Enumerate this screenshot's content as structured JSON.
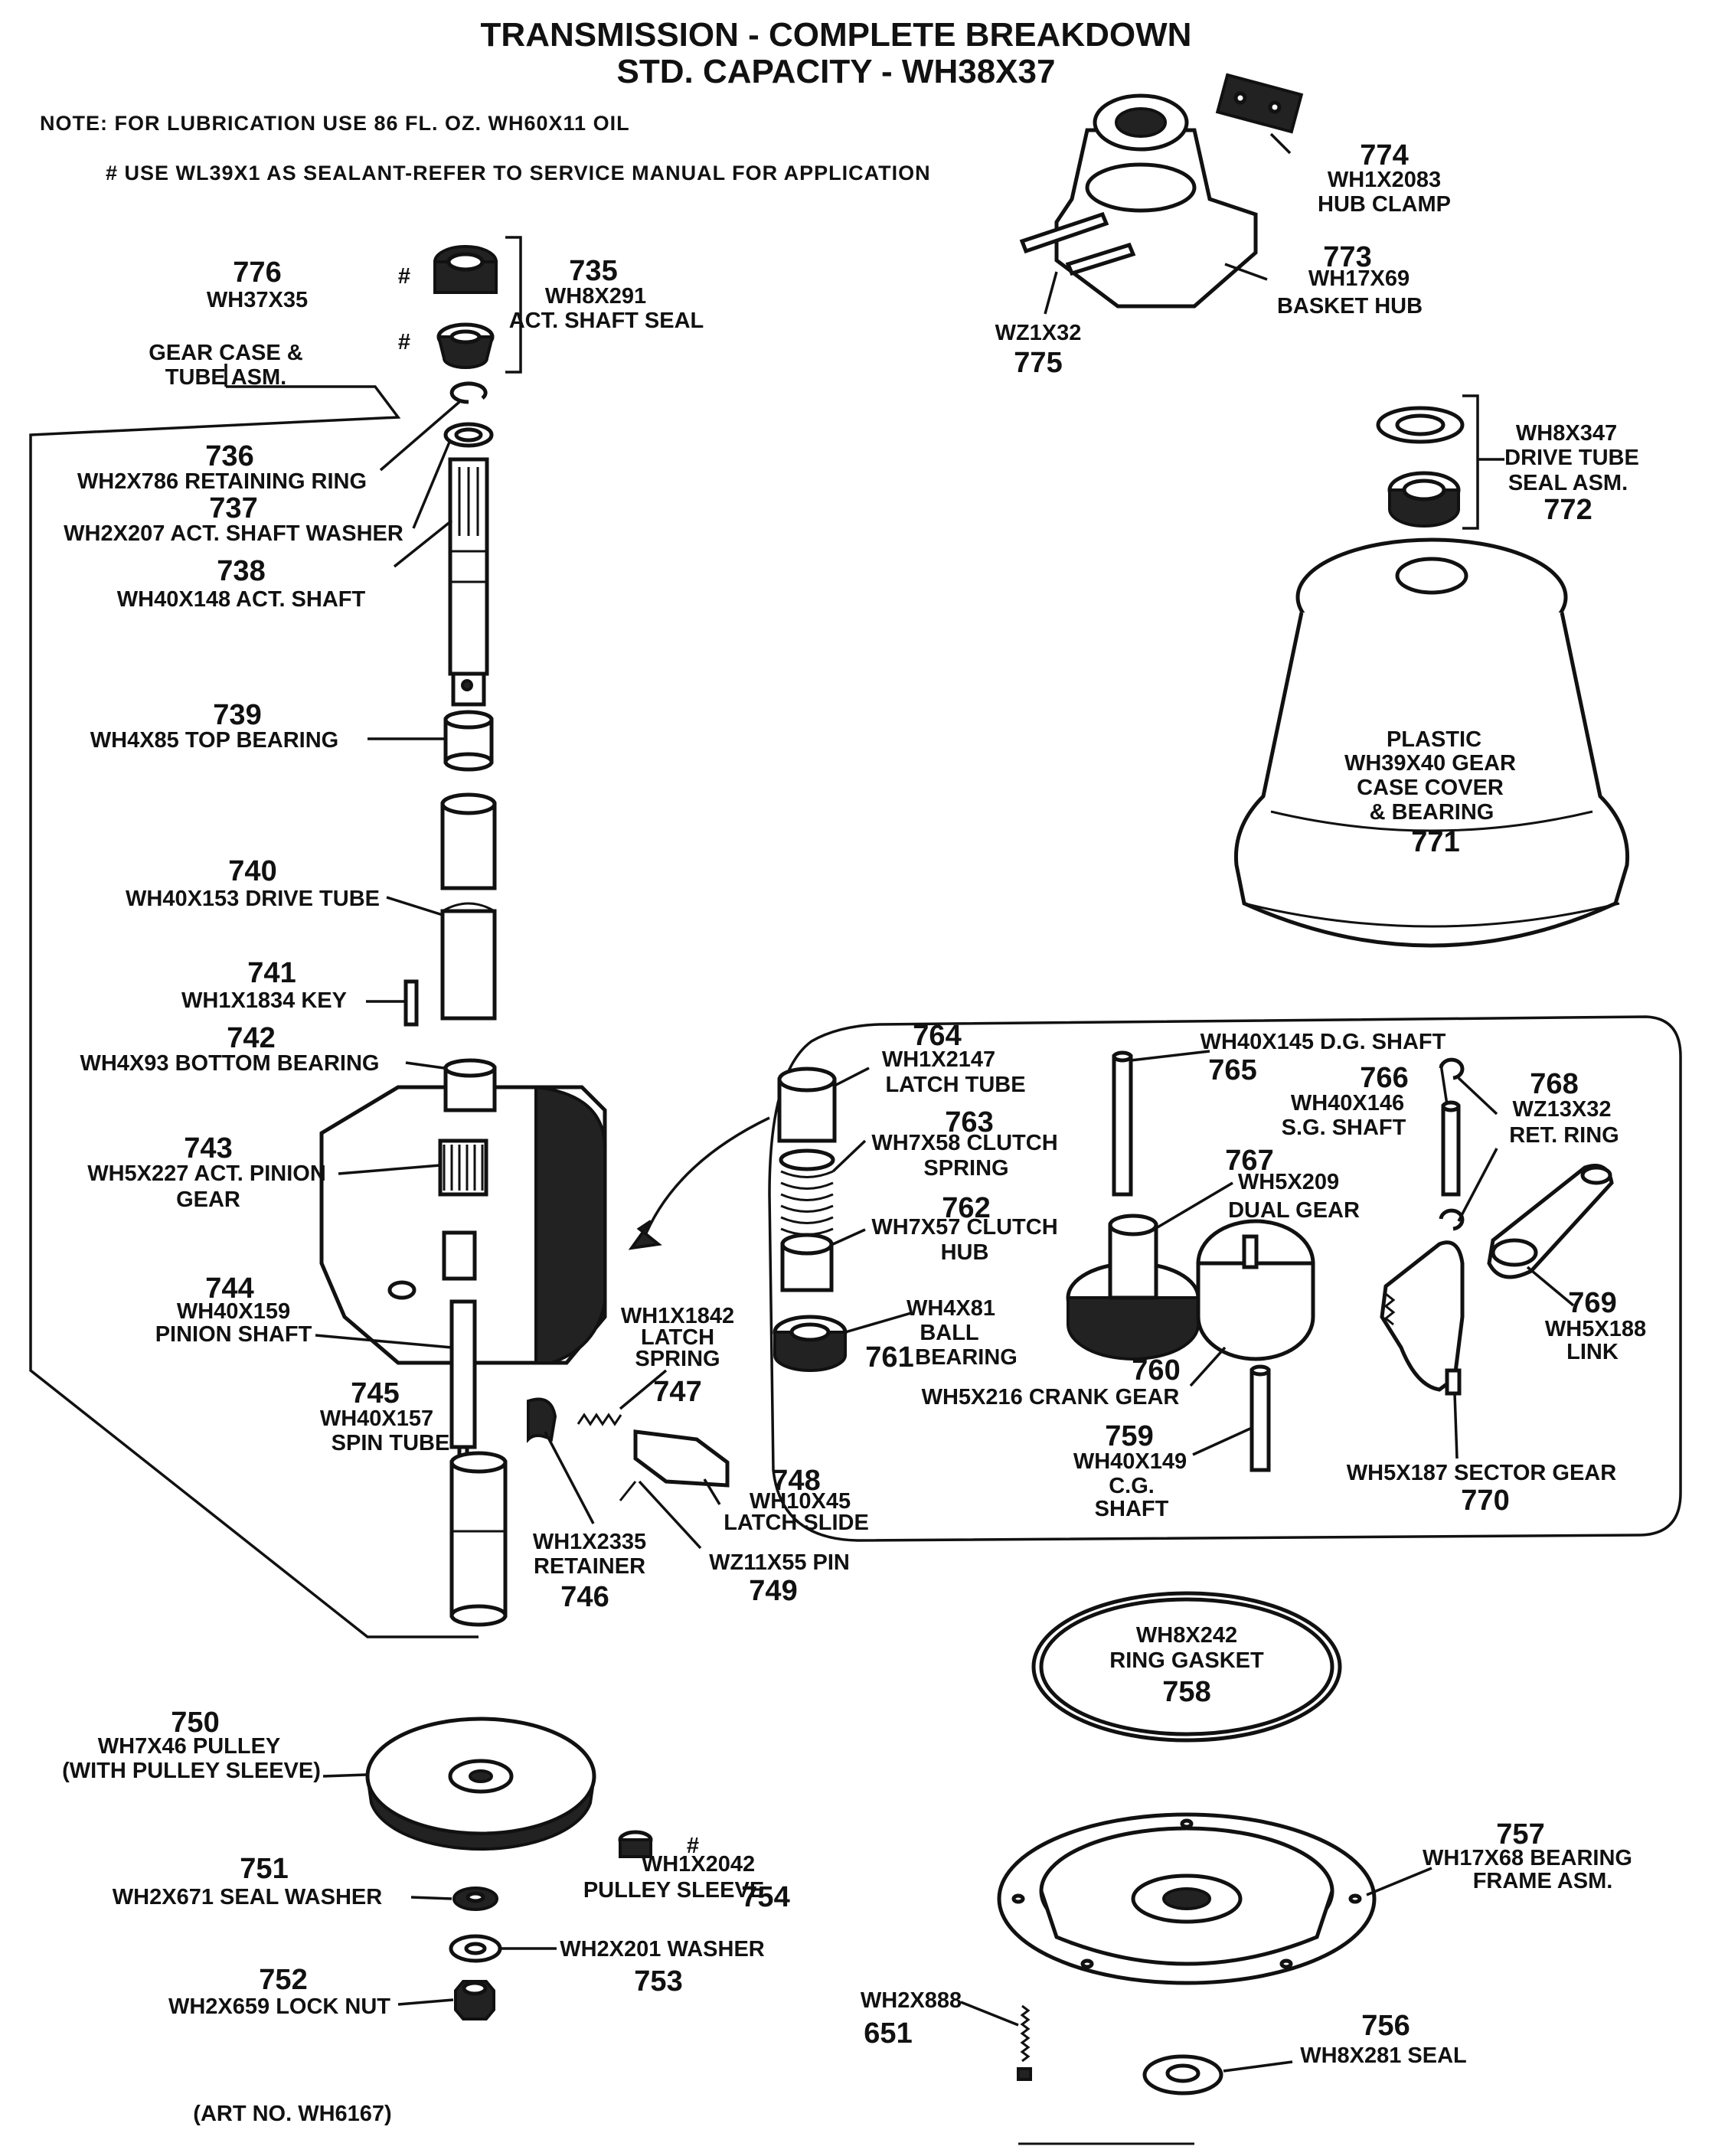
{
  "title": {
    "line1": "TRANSMISSION - COMPLETE BREAKDOWN",
    "line2": "STD. CAPACITY - WH38X37"
  },
  "notes": {
    "lubrication": "NOTE: FOR LUBRICATION USE 86 FL. OZ. WH60X11 OIL",
    "sealant": "# USE WL39X1 AS SEALANT-REFER TO SERVICE MANUAL FOR APPLICATION"
  },
  "group_labels": {
    "gear_case_1": "GEAR CASE &",
    "gear_case_2": "TUBE ASM."
  },
  "sealant_mark": "#",
  "art_no": "(ART NO. WH6167)",
  "parts": {
    "p735": {
      "ref": "735",
      "l1": "WH8X291",
      "l2": "ACT. SHAFT SEAL"
    },
    "p736": {
      "ref": "736",
      "l1": "WH2X786 RETAINING RING"
    },
    "p737": {
      "ref": "737",
      "l1": "WH2X207 ACT. SHAFT WASHER"
    },
    "p738": {
      "ref": "738",
      "l1": "WH40X148 ACT. SHAFT"
    },
    "p739": {
      "ref": "739",
      "l1": "WH4X85 TOP BEARING"
    },
    "p740": {
      "ref": "740",
      "l1": "WH40X153 DRIVE TUBE"
    },
    "p741": {
      "ref": "741",
      "l1": "WH1X1834 KEY"
    },
    "p742": {
      "ref": "742",
      "l1": "WH4X93 BOTTOM BEARING"
    },
    "p743": {
      "ref": "743",
      "l1": "WH5X227 ACT. PINION",
      "l2": "GEAR"
    },
    "p744": {
      "ref": "744",
      "l1": "WH40X159",
      "l2": "PINION SHAFT"
    },
    "p745": {
      "ref": "745",
      "l1": "WH40X157",
      "l2": "SPIN TUBE"
    },
    "p746": {
      "ref": "746",
      "l1": "WH1X2335",
      "l2": "RETAINER"
    },
    "p747": {
      "ref": "747",
      "l1": "WH1X1842",
      "l2": "LATCH",
      "l3": "SPRING"
    },
    "p748": {
      "ref": "748",
      "l1": "WH10X45",
      "l2": "LATCH SLIDE"
    },
    "p749": {
      "ref": "749",
      "l1": "WZ11X55 PIN"
    },
    "p750": {
      "ref": "750",
      "l1": "WH7X46 PULLEY",
      "l2": "(WITH PULLEY SLEEVE)"
    },
    "p751": {
      "ref": "751",
      "l1": "WH2X671 SEAL WASHER"
    },
    "p752": {
      "ref": "752",
      "l1": "WH2X659 LOCK NUT"
    },
    "p753": {
      "ref": "753",
      "l1": "WH2X201 WASHER"
    },
    "p754": {
      "ref": "754",
      "l1": "WH1X2042",
      "l2": "PULLEY SLEEVE"
    },
    "p756": {
      "ref": "756",
      "l1": "WH8X281 SEAL"
    },
    "p757": {
      "ref": "757",
      "l1": "WH17X68 BEARING",
      "l2": "FRAME ASM."
    },
    "p758": {
      "ref": "758",
      "l1": "WH8X242",
      "l2": "RING GASKET"
    },
    "p759": {
      "ref": "759",
      "l1": "WH40X149",
      "l2": "C.G.",
      "l3": "SHAFT"
    },
    "p760": {
      "ref": "760",
      "l1": "WH5X216 CRANK GEAR"
    },
    "p761": {
      "ref": "761",
      "l1": "WH4X81",
      "l2": "BALL",
      "l3": "BEARING"
    },
    "p762": {
      "ref": "762",
      "l1": "WH7X57 CLUTCH",
      "l2": "HUB"
    },
    "p763": {
      "ref": "763",
      "l1": "WH7X58 CLUTCH",
      "l2": "SPRING"
    },
    "p764": {
      "ref": "764",
      "l1": "WH1X2147",
      "l2": "LATCH TUBE"
    },
    "p765": {
      "ref": "765",
      "l1": "WH40X145 D.G. SHAFT"
    },
    "p766": {
      "ref": "766",
      "l1": "WH40X146",
      "l2": "S.G. SHAFT"
    },
    "p767": {
      "ref": "767",
      "l1": "WH5X209",
      "l2": "DUAL GEAR"
    },
    "p768": {
      "ref": "768",
      "l1": "WZ13X32",
      "l2": "RET. RING"
    },
    "p769": {
      "ref": "769",
      "l1": "WH5X188",
      "l2": "LINK"
    },
    "p770": {
      "ref": "770",
      "l1": "WH5X187 SECTOR GEAR"
    },
    "p771": {
      "ref": "771",
      "l1": "PLASTIC",
      "l2": "WH39X40 GEAR",
      "l3": "CASE COVER",
      "l4": "& BEARING"
    },
    "p772": {
      "ref": "772",
      "l1": "WH8X347",
      "l2": "DRIVE TUBE",
      "l3": "SEAL ASM."
    },
    "p773": {
      "ref": "773",
      "l1": "WH17X69",
      "l2": "BASKET HUB"
    },
    "p774": {
      "ref": "774",
      "l1": "WH1X2083",
      "l2": "HUB CLAMP"
    },
    "p775": {
      "ref": "775",
      "l1": "WZ1X32"
    },
    "p776": {
      "ref": "776",
      "l1": "WH37X35"
    },
    "p651": {
      "ref": "651",
      "l1": "WH2X888"
    }
  }
}
